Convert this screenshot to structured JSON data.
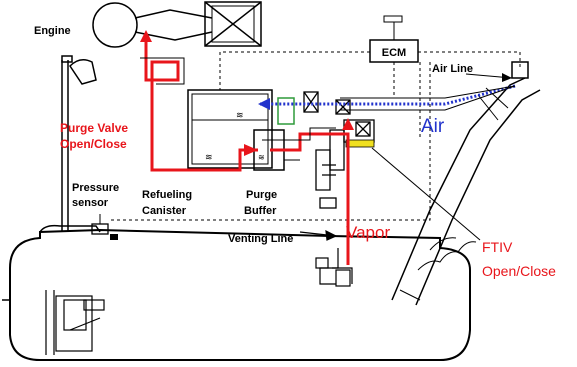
{
  "labels": {
    "engine": "Engine",
    "ecm": "ECM",
    "air_line": "Air Line",
    "air": "Air",
    "purge_valve_1": "Purge Valve",
    "purge_valve_2": "Open/Close",
    "pressure_1": "Pressure",
    "pressure_2": "sensor",
    "canister_1": "Refueling",
    "canister_2": "Canister",
    "buffer_1": "Purge",
    "buffer_2": "Buffer",
    "venting_line": "Venting Line",
    "vapor": "Vapor",
    "ftiv_1": "FTIV",
    "ftiv_2": "Open/Close"
  },
  "colors": {
    "vapor_line": "#e8151b",
    "air_line": "#2233cc",
    "ftiv_valve": "#f0e020",
    "air_filter_box": "#2e9a3a",
    "outline": "#000000"
  }
}
